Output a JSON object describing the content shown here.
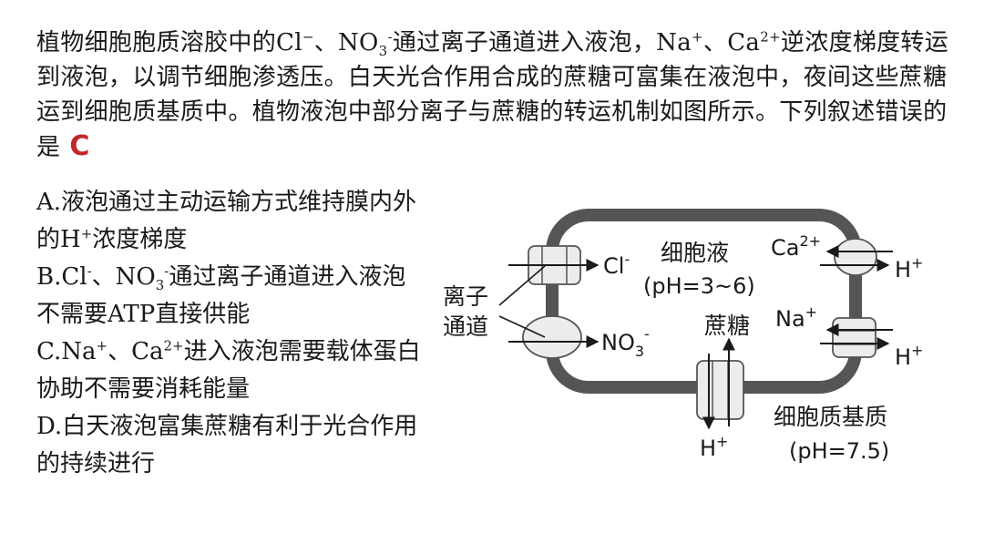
{
  "question": {
    "stem_part1": "植物细胞胞质溶胶中的Cl",
    "stem_part2": "、NO",
    "stem_part3": "通过离子通道进入液泡，Na",
    "stem_part4": "、Ca",
    "stem_part5": "逆浓度梯度转运到液泡，以调节细胞渗透压。白天光合作用合成的蔗糖可富集在液泡中，夜间这些蔗糖运到细胞质基质中。植物液泡中部分离子与蔗糖的转运机制如图所示。下列叙述错误的是",
    "answer": "C"
  },
  "options": {
    "a": {
      "label": "A.",
      "text": "液泡通过主动运输方式维持膜内外的H",
      "text_after": "浓度梯度"
    },
    "b": {
      "label": "B.",
      "text1": "Cl",
      "text2": "、NO",
      "text3": "通过离子通道进入液泡不需要ATP直接供能"
    },
    "c": {
      "label": "C.",
      "text1": "Na",
      "text2": "、Ca",
      "text3": "进入液泡需要载体蛋白协助不需要消耗能量"
    },
    "d": {
      "label": "D.",
      "text": "白天液泡富集蔗糖有利于光合作用的持续进行"
    }
  },
  "diagram": {
    "vacuole_label": "细胞液",
    "vacuole_ph": "(pH=3~6)",
    "cytoplasm_label": "细胞质基质",
    "cytoplasm_ph": "(pH=7.5)",
    "channel_label_line1": "离子",
    "channel_label_line2": "通道",
    "cl": "Cl",
    "no3": "NO",
    "ca": "Ca",
    "na": "Na",
    "h": "H",
    "sucrose": "蔗糖"
  },
  "notation": {
    "minus": "-",
    "plus": "+",
    "two_plus": "2+",
    "three": "3",
    "superscript_minus": "−"
  },
  "colors": {
    "answer": "#c0282b",
    "membrane": "#555555",
    "protein_fill": "#ececec"
  }
}
